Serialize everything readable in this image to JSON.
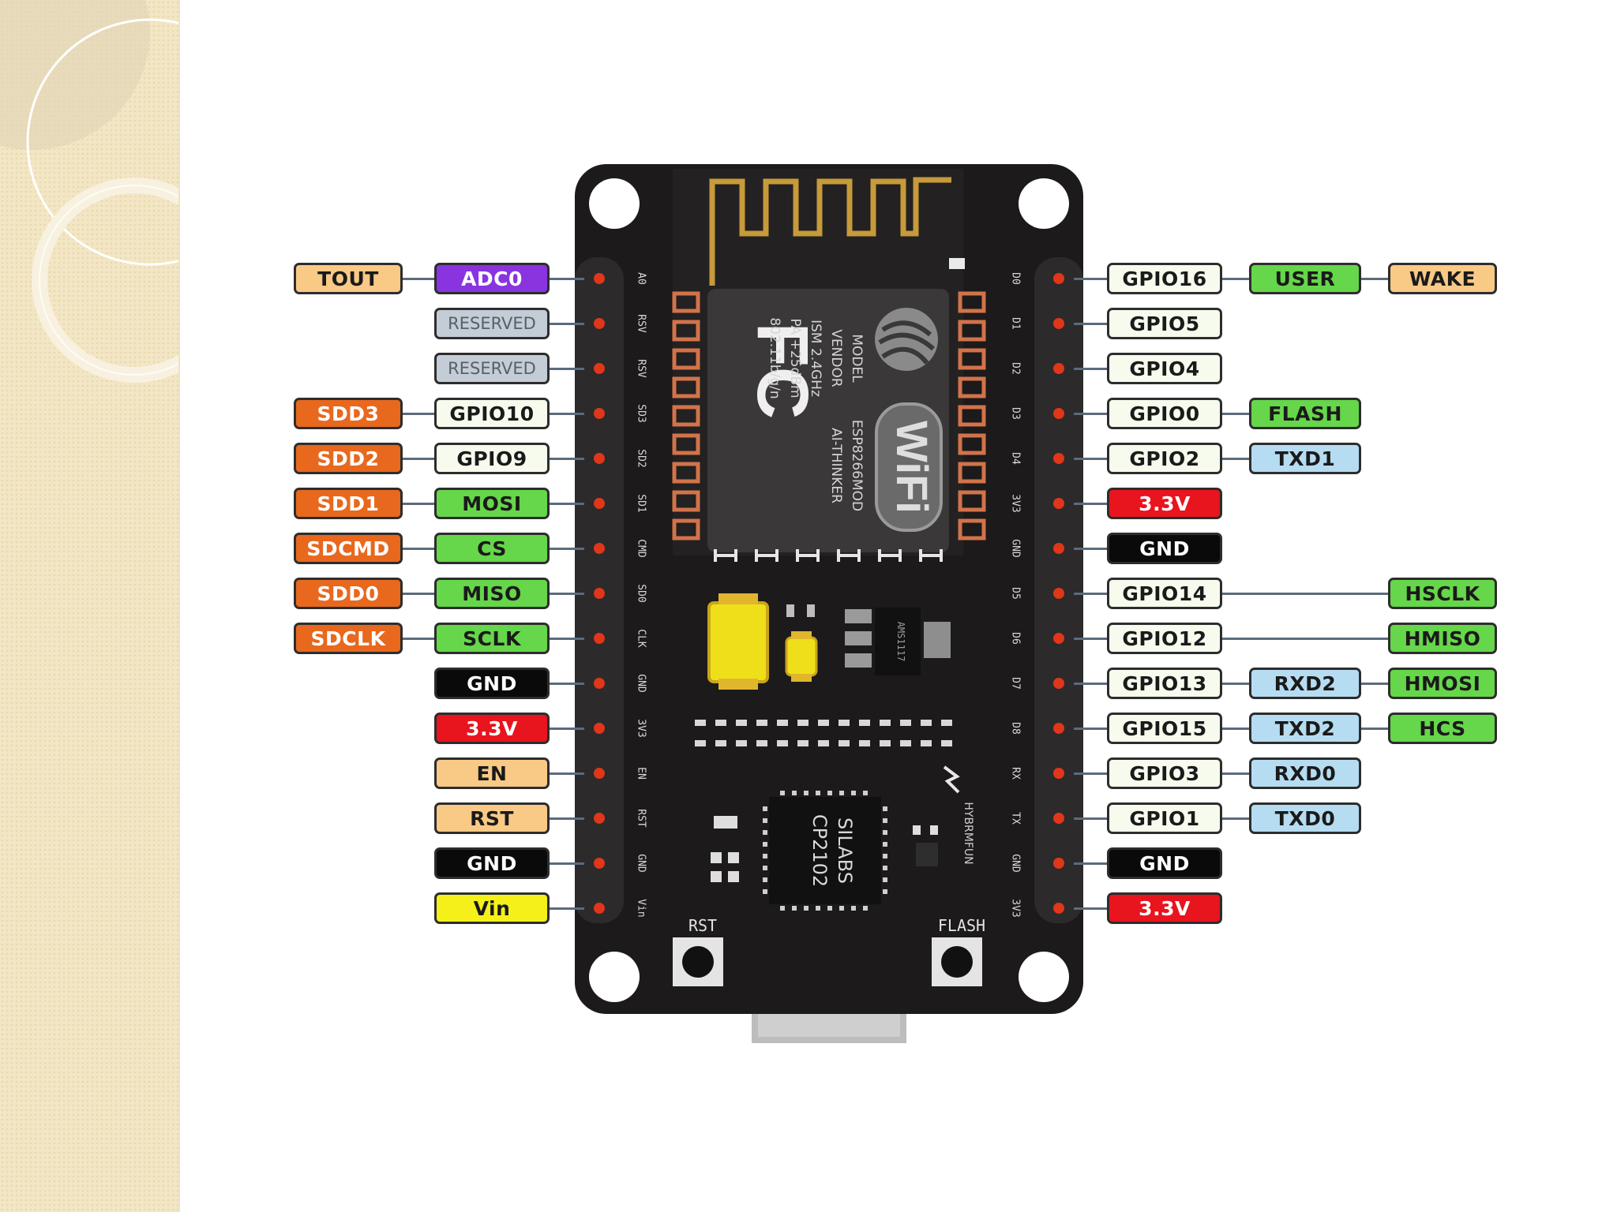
{
  "board": {
    "module": {
      "model_lines": [
        "MODEL",
        "VENDOR",
        "ISM 2.4GHz",
        "PA +25dBm",
        "802.11b/g/n"
      ],
      "value_lines": [
        "ESP8266MOD",
        "AI-THINKER"
      ],
      "fc_mark": "FC",
      "wifi_mark": "WiFi"
    },
    "usb_chip": {
      "line1": "SILABS",
      "line2": "CP2102"
    },
    "regulator": "AMS1117",
    "brand": "HYBRMFUN",
    "button_rst": "RST",
    "button_flash": "FLASH",
    "left_silk": [
      "A0",
      "RSV",
      "RSV",
      "SD3",
      "SD2",
      "SD1",
      "CMD",
      "SD0",
      "CLK",
      "GND",
      "3V3",
      "EN",
      "RST",
      "GND",
      "Vin"
    ],
    "right_silk": [
      "D0",
      "D1",
      "D2",
      "D3",
      "D4",
      "3V3",
      "GND",
      "D5",
      "D6",
      "D7",
      "D8",
      "RX",
      "TX",
      "GND",
      "3V3"
    ]
  },
  "left_pins": [
    [
      {
        "text": "TOUT",
        "kind": "orange_light"
      },
      {
        "text": "ADC0",
        "kind": "purple"
      }
    ],
    [
      null,
      {
        "text": "RESERVED",
        "kind": "gray"
      }
    ],
    [
      null,
      {
        "text": "RESERVED",
        "kind": "gray"
      }
    ],
    [
      {
        "text": "SDD3",
        "kind": "orange"
      },
      {
        "text": "GPIO10",
        "kind": "white"
      }
    ],
    [
      {
        "text": "SDD2",
        "kind": "orange"
      },
      {
        "text": "GPIO9",
        "kind": "white"
      }
    ],
    [
      {
        "text": "SDD1",
        "kind": "orange"
      },
      {
        "text": "MOSI",
        "kind": "green"
      }
    ],
    [
      {
        "text": "SDCMD",
        "kind": "orange"
      },
      {
        "text": "CS",
        "kind": "green"
      }
    ],
    [
      {
        "text": "SDD0",
        "kind": "orange"
      },
      {
        "text": "MISO",
        "kind": "green"
      }
    ],
    [
      {
        "text": "SDCLK",
        "kind": "orange"
      },
      {
        "text": "SCLK",
        "kind": "green"
      }
    ],
    [
      null,
      {
        "text": "GND",
        "kind": "black"
      }
    ],
    [
      null,
      {
        "text": "3.3V",
        "kind": "red"
      }
    ],
    [
      null,
      {
        "text": "EN",
        "kind": "orange_light"
      }
    ],
    [
      null,
      {
        "text": "RST",
        "kind": "orange_light"
      }
    ],
    [
      null,
      {
        "text": "GND",
        "kind": "black"
      }
    ],
    [
      null,
      {
        "text": "Vin",
        "kind": "yellow"
      }
    ]
  ],
  "right_pins": [
    [
      {
        "text": "GPIO16",
        "kind": "white"
      },
      {
        "text": "USER",
        "kind": "green"
      },
      {
        "text": "WAKE",
        "kind": "orange_light"
      }
    ],
    [
      {
        "text": "GPIO5",
        "kind": "white"
      },
      null,
      null
    ],
    [
      {
        "text": "GPIO4",
        "kind": "white"
      },
      null,
      null
    ],
    [
      {
        "text": "GPIO0",
        "kind": "white"
      },
      {
        "text": "FLASH",
        "kind": "green"
      },
      null
    ],
    [
      {
        "text": "GPIO2",
        "kind": "white"
      },
      {
        "text": "TXD1",
        "kind": "blue"
      },
      null
    ],
    [
      {
        "text": "3.3V",
        "kind": "red"
      },
      null,
      null
    ],
    [
      {
        "text": "GND",
        "kind": "black"
      },
      null,
      null
    ],
    [
      {
        "text": "GPIO14",
        "kind": "white"
      },
      null,
      {
        "text": "HSCLK",
        "kind": "green"
      }
    ],
    [
      {
        "text": "GPIO12",
        "kind": "white"
      },
      null,
      {
        "text": "HMISO",
        "kind": "green"
      }
    ],
    [
      {
        "text": "GPIO13",
        "kind": "white"
      },
      {
        "text": "RXD2",
        "kind": "blue"
      },
      {
        "text": "HMOSI",
        "kind": "green"
      }
    ],
    [
      {
        "text": "GPIO15",
        "kind": "white"
      },
      {
        "text": "TXD2",
        "kind": "blue"
      },
      {
        "text": "HCS",
        "kind": "green"
      }
    ],
    [
      {
        "text": "GPIO3",
        "kind": "white"
      },
      {
        "text": "RXD0",
        "kind": "blue"
      },
      null
    ],
    [
      {
        "text": "GPIO1",
        "kind": "white"
      },
      {
        "text": "TXD0",
        "kind": "blue"
      },
      null
    ],
    [
      {
        "text": "GND",
        "kind": "black"
      },
      null,
      null
    ],
    [
      {
        "text": "3.3V",
        "kind": "red"
      },
      null,
      null
    ]
  ],
  "label_colors": {
    "orange": {
      "bg": "#e8681e",
      "fg": "#ffffff"
    },
    "orange_light": {
      "bg": "#f9c986",
      "fg": "#1a1a1a"
    },
    "purple": {
      "bg": "#8a34e0",
      "fg": "#ffffff"
    },
    "gray": {
      "bg": "#c4ccd6",
      "fg": "#55606c"
    },
    "white": {
      "bg": "#f6fbee",
      "fg": "#1a1a1a"
    },
    "green": {
      "bg": "#66d64a",
      "fg": "#1a1a1a"
    },
    "black": {
      "bg": "#0a0a0a",
      "fg": "#ffffff"
    },
    "red": {
      "bg": "#e8141e",
      "fg": "#ffffff"
    },
    "yellow": {
      "bg": "#f5f01a",
      "fg": "#1a1a1a"
    },
    "blue": {
      "bg": "#b6dcf2",
      "fg": "#1a1a1a"
    }
  },
  "colors": {
    "board": "#1c1a1a",
    "header": "#2c2a2a",
    "pin_dot": "#e0361a",
    "antenna": "#c79a3a",
    "shield": "#3a3838",
    "connector": "#5a6b7e"
  }
}
